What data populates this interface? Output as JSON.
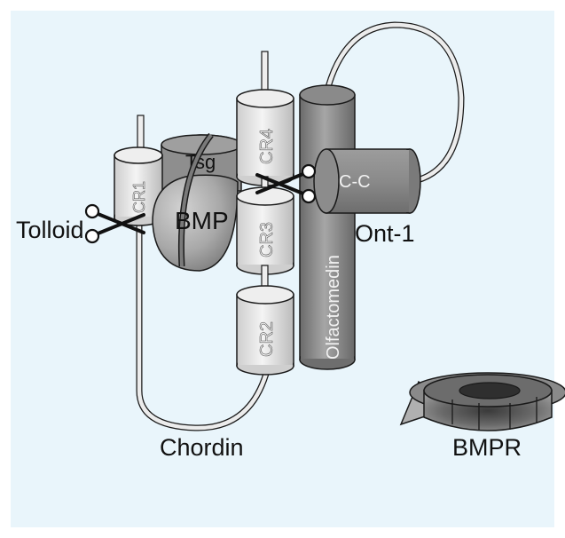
{
  "colors": {
    "background": "#e9f5fb",
    "cyl_light": "#e6e6e6",
    "cyl_mid": "#a9a9a9",
    "cyl_dark": "#7d7d7d",
    "stroke": "#1a1a1a",
    "text_dark": "#111111",
    "text_light": "#f2f2f2"
  },
  "labels": {
    "cr1": "CR1",
    "cr2": "CR2",
    "cr3": "CR3",
    "cr4": "CR4",
    "bmp": "BMP",
    "tsg": "Tsg",
    "cc": "C-C",
    "olfactomedin": "Olfactomedin",
    "tolloid": "Tolloid",
    "ont1": "Ont-1",
    "chordin": "Chordin",
    "bmpr": "BMPR"
  },
  "icons": {
    "scissors_left": "scissors-icon",
    "scissors_right": "scissors-icon"
  }
}
